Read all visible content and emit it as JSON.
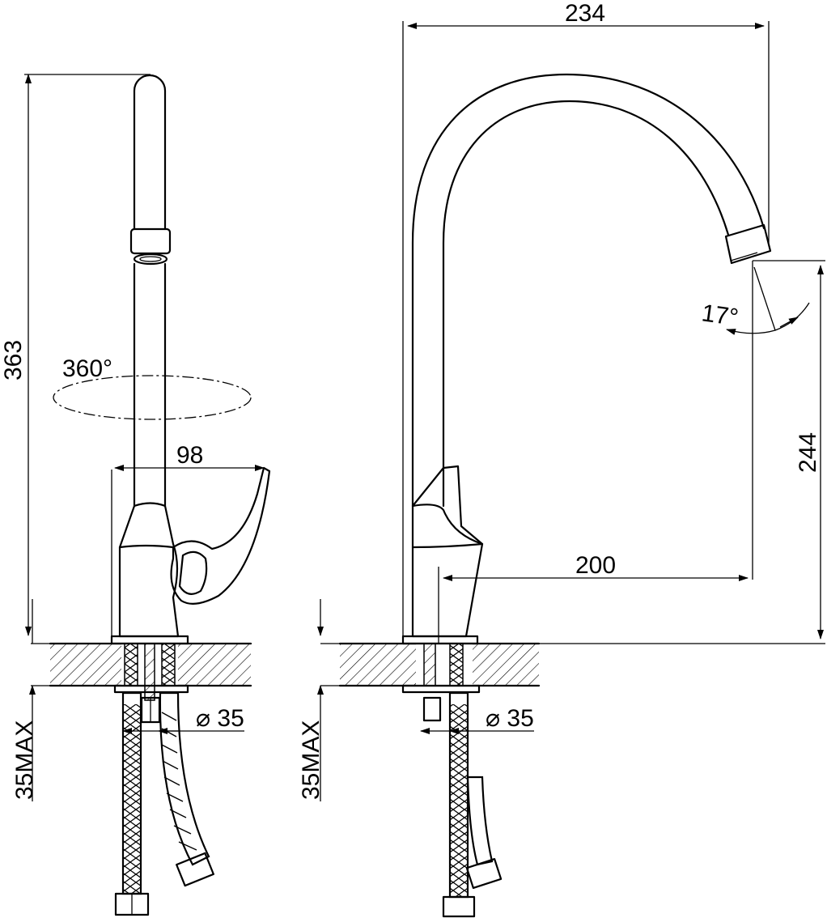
{
  "labels": {
    "height_total": "363",
    "rotation": "360°",
    "lever_reach": "98",
    "mount_thickness_left": "35MAX",
    "hole_diameter_left": "⌀ 35",
    "width_total": "234",
    "spout_angle": "17°",
    "spout_height": "244",
    "spout_reach": "200",
    "mount_thickness_right": "35MAX",
    "hole_diameter_right": "⌀ 35"
  }
}
